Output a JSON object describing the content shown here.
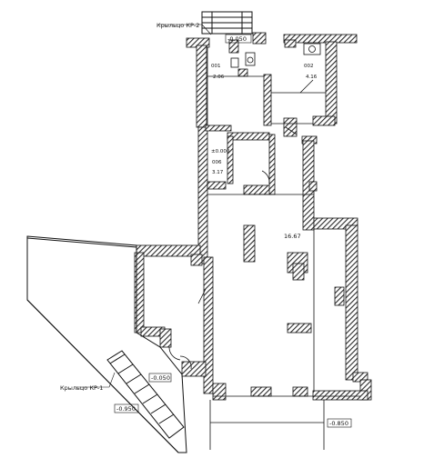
{
  "labels": {
    "porch_kr2": "Крыльцо КР-2",
    "porch_kr1": "Крыльцо КР-1",
    "level_top": "-0.050",
    "level_kr1": "-0.050",
    "level_left": "-0.950",
    "level_right": "-0.850",
    "room_001_num": "001",
    "room_001_area": "2.06",
    "room_002_num": "002",
    "room_002_area": "4.16",
    "room_006_level": "±0.000",
    "room_006_num": "006",
    "room_006_area": "3.17",
    "main_hall_area": "16.67"
  },
  "colors": {
    "wall_hatch": "#2a2a2a",
    "line": "#111111",
    "paper": "#ffffff"
  }
}
